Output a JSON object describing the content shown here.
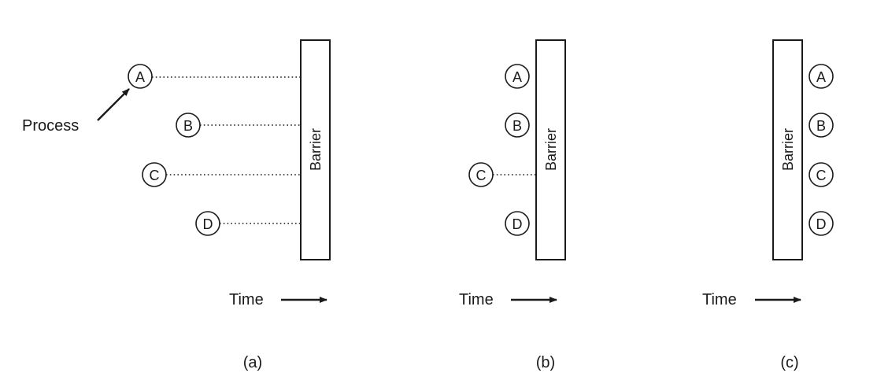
{
  "colors": {
    "ink": "#1a1a1a",
    "background": "#ffffff"
  },
  "labels": {
    "process": "Process",
    "barrier": "Barrier",
    "time": "Time"
  },
  "panels": [
    {
      "id": "a",
      "caption": "(a)",
      "processes": [
        {
          "name": "A",
          "waiting_at_barrier": false,
          "passed_barrier": false
        },
        {
          "name": "B",
          "waiting_at_barrier": false,
          "passed_barrier": false
        },
        {
          "name": "C",
          "waiting_at_barrier": false,
          "passed_barrier": false
        },
        {
          "name": "D",
          "waiting_at_barrier": false,
          "passed_barrier": false
        }
      ]
    },
    {
      "id": "b",
      "caption": "(b)",
      "processes": [
        {
          "name": "A",
          "waiting_at_barrier": true,
          "passed_barrier": false
        },
        {
          "name": "B",
          "waiting_at_barrier": true,
          "passed_barrier": false
        },
        {
          "name": "C",
          "waiting_at_barrier": false,
          "passed_barrier": false
        },
        {
          "name": "D",
          "waiting_at_barrier": true,
          "passed_barrier": false
        }
      ]
    },
    {
      "id": "c",
      "caption": "(c)",
      "processes": [
        {
          "name": "A",
          "waiting_at_barrier": false,
          "passed_barrier": true
        },
        {
          "name": "B",
          "waiting_at_barrier": false,
          "passed_barrier": true
        },
        {
          "name": "C",
          "waiting_at_barrier": false,
          "passed_barrier": true
        },
        {
          "name": "D",
          "waiting_at_barrier": false,
          "passed_barrier": true
        }
      ]
    }
  ]
}
